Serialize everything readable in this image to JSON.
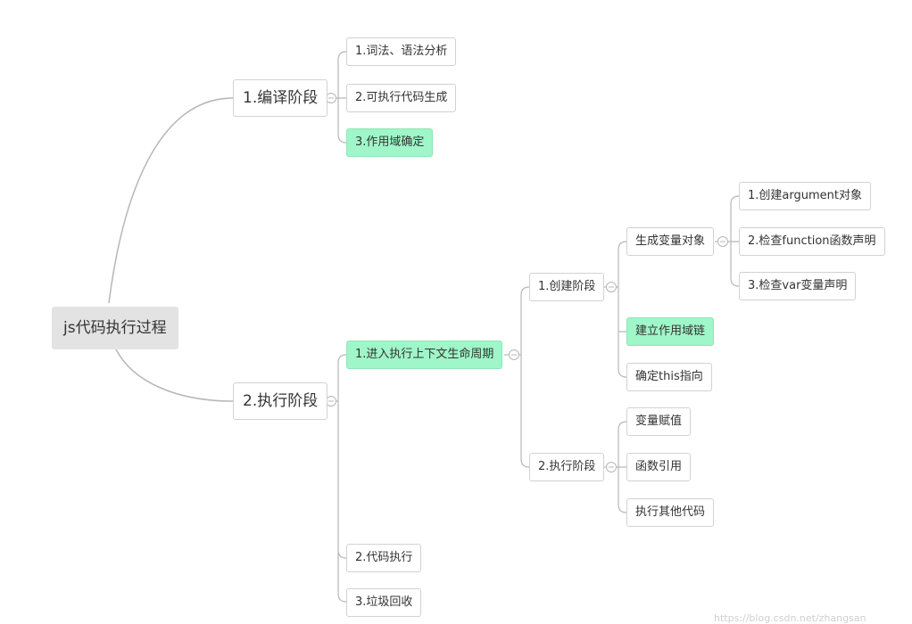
{
  "root": {
    "label": "js代码执行过程"
  },
  "compile": {
    "label": "1.编译阶段",
    "steps": [
      "1.词法、语法分析",
      "2.可执行代码生成",
      "3.作用域确定"
    ]
  },
  "execute": {
    "label": "2.执行阶段",
    "context": {
      "label": "1.进入执行上下文生命周期",
      "create": {
        "label": "1.创建阶段",
        "vo": {
          "label": "生成变量对象",
          "items": [
            "1.创建argument对象",
            "2.检查function函数声明",
            "3.检查var变量声明"
          ]
        },
        "scope": "建立作用域链",
        "this": "确定this指向"
      },
      "run": {
        "label": "2.执行阶段",
        "items": [
          "变量赋值",
          "函数引用",
          "执行其他代码"
        ]
      }
    },
    "steps": [
      "2.代码执行",
      "3.垃圾回收"
    ]
  },
  "colors": {
    "line": "#b7b7b7",
    "highlight": "#9ff6c8",
    "root_bg": "#e3e3e3"
  },
  "watermark": "https://blog.csdn.net/zhangsan"
}
